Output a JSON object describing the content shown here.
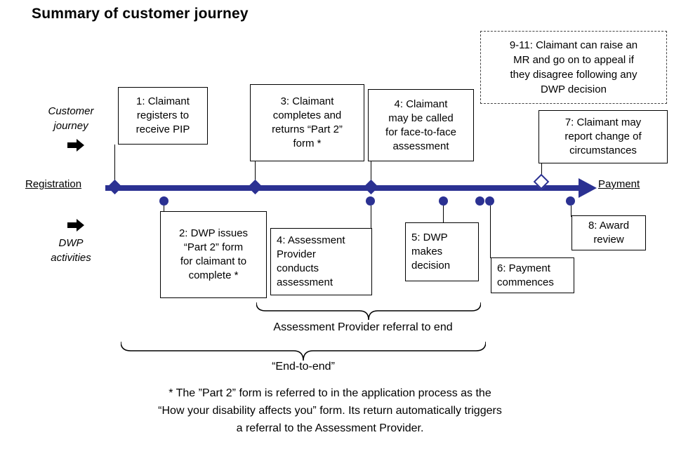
{
  "title": "Summary of customer journey",
  "colors": {
    "accent": "#2b3192",
    "box_border": "#000000"
  },
  "note_box": {
    "text": "9-11: Claimant can raise an\nMR and go on to appeal if\nthey disagree following any\nDWP decision"
  },
  "lanes": {
    "customer_journey_label": "Customer\njourney",
    "dwp_activities_label": "DWP\nactivities"
  },
  "timeline": {
    "start_label": "Registration",
    "end_label": "Payment"
  },
  "events_above": [
    {
      "text": "1: Claimant\nregisters to\nreceive PIP",
      "marker": "diamond-filled"
    },
    {
      "text": "3: Claimant\ncompletes and\nreturns “Part 2”\nform *",
      "marker": "diamond-filled"
    },
    {
      "text": "4: Claimant\nmay be called\nfor face-to-face\nassessment",
      "marker": "diamond-filled"
    },
    {
      "text": "7: Claimant may\nreport change of\ncircumstances",
      "marker": "diamond-hollow"
    }
  ],
  "events_below": [
    {
      "text": "2: DWP issues\n“Part 2” form\nfor claimant to\ncomplete *",
      "marker": "circle"
    },
    {
      "text": "4: Assessment\nProvider\nconducts\nassessment",
      "marker": "circle"
    },
    {
      "text": "5: DWP\nmakes\ndecision",
      "marker": "circle"
    },
    {
      "text": "6: Payment\ncommences",
      "marker": "circle-double"
    },
    {
      "text": "8: Award\nreview",
      "marker": "circle"
    }
  ],
  "braces": [
    {
      "label": "Assessment Provider referral to end"
    },
    {
      "label": "“End-to-end”"
    }
  ],
  "footnote": "* The ”Part 2” form is referred to in the application process as the\n“How your disability affects you” form. Its return automatically triggers\na referral to the Assessment Provider."
}
